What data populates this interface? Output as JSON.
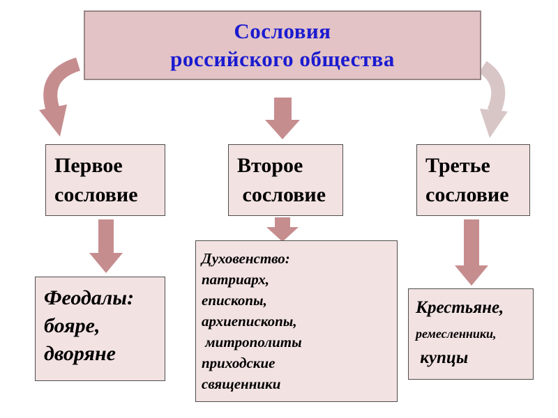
{
  "title": {
    "text": "Сословия\nроссийского общества"
  },
  "estate_boxes": [
    {
      "name": "first-estate",
      "text": "Первое\nсословие"
    },
    {
      "name": "second-estate",
      "text": "Второе\n сословие"
    },
    {
      "name": "third-estate",
      "text": "Третье\nсословие"
    }
  ],
  "detail_boxes": [
    {
      "name": "feudals",
      "text": "Феодалы:\nбояре,\nдворяне"
    },
    {
      "name": "clergy",
      "text": "Духовенство:\nпатриарх,\nепископы,\nархиепископы,\n митрополиты\nприходские\nсвященники"
    },
    {
      "name": "commoners",
      "line1": "Крестьяне,",
      "line2": "ремесленники,",
      "line3": " купцы"
    }
  ],
  "colors": {
    "title_box_bg": "#e3c3c5",
    "title_box_border": "#9a8688",
    "title_text": "#1b1bd0",
    "light_box_bg": "#f3e2e2",
    "light_box_border": "#4d4d4d",
    "arrow_rose": "#c68d8f",
    "arrow_light": "#d8c6c6"
  }
}
